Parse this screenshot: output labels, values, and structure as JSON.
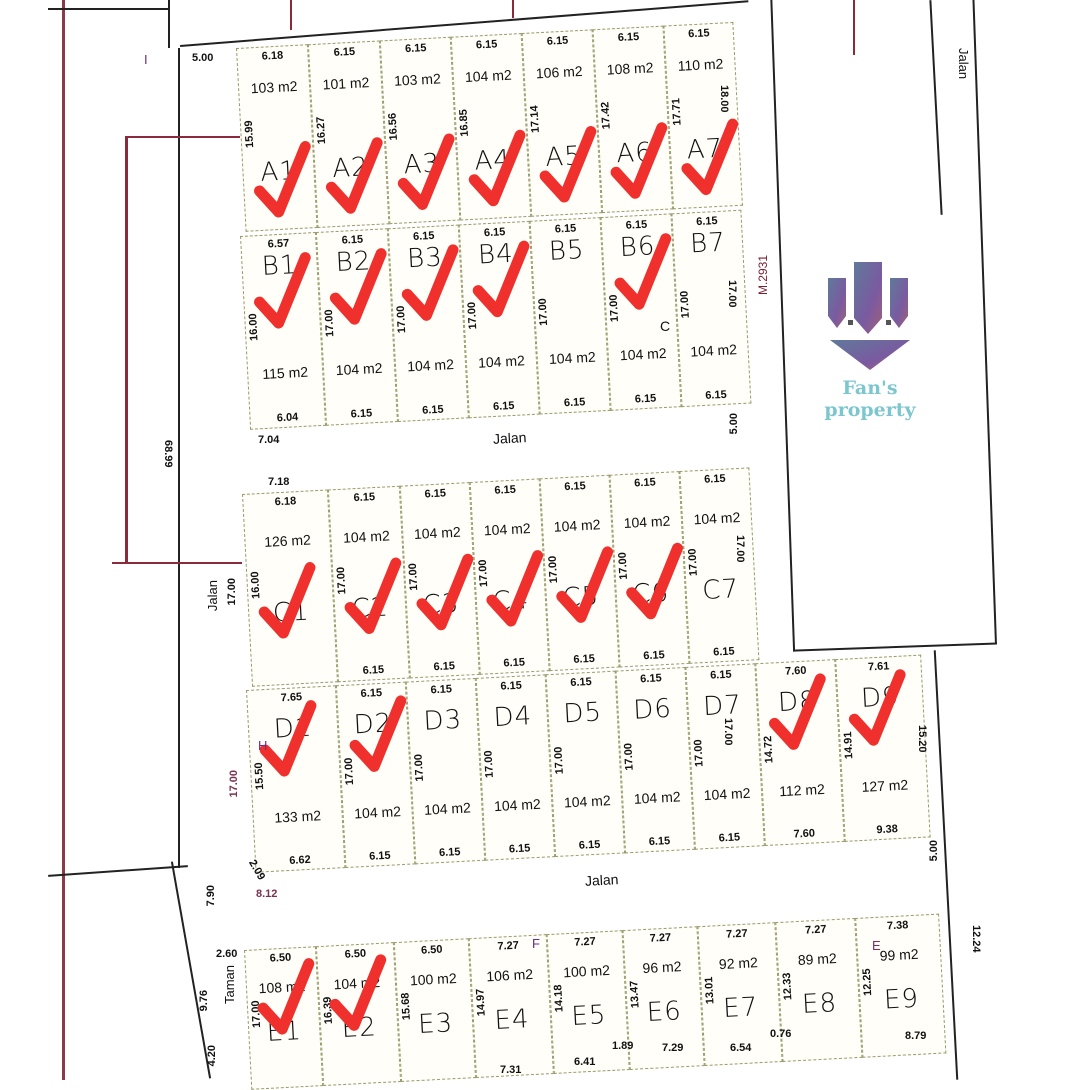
{
  "roads": {
    "jalan_1": "Jalan",
    "jalan_2": "Jalan",
    "jalan_left": "Jalan",
    "jalan_right": "Jalan",
    "taman": "Taman"
  },
  "parcel_id": "M.2931",
  "dimensions": {
    "left_total": "68.99",
    "road_width_a": "5.00",
    "road_width_b": "5.00",
    "road_width_c": "5.00",
    "a_corner": "7.04",
    "c_corner": "7.18",
    "c_left": "17.00",
    "d_left": "17.00",
    "d_corner": "2.09",
    "d_bottom": "8.12",
    "e_road": "7.90",
    "taman_top": "2.60",
    "taman_side": "9.76",
    "taman_low": "4.20",
    "e_right": "12.24",
    "e9_bottom": "8.79",
    "e5_bottom": "6.41",
    "e5_mid": "1.89",
    "e4_bottom": "7.31",
    "e6_bottom": "7.29",
    "e7_bottom": "6.54",
    "e7_mid": "0.76"
  },
  "markers": {
    "c": "C",
    "h": "H",
    "f": "F",
    "e": "E",
    "i": "I"
  },
  "logo": {
    "text": "Fan's property",
    "colors": [
      "#5f7a9a",
      "#7a5aa0",
      "#a0607a"
    ],
    "text_color": "#7cc6cf"
  },
  "check_color": "#f0302c",
  "blocks": [
    {
      "id": "A",
      "lots": [
        {
          "label": "A1",
          "area": "103 m2",
          "top": "6.18",
          "bottom": "",
          "depth": "15.99",
          "checked": true
        },
        {
          "label": "A2",
          "area": "101 m2",
          "top": "6.15",
          "bottom": "",
          "depth": "16.27",
          "checked": true
        },
        {
          "label": "A3",
          "area": "103 m2",
          "top": "6.15",
          "bottom": "",
          "depth": "16.56",
          "checked": true
        },
        {
          "label": "A4",
          "area": "104 m2",
          "top": "6.15",
          "bottom": "",
          "depth": "16.85",
          "checked": true
        },
        {
          "label": "A5",
          "area": "106 m2",
          "top": "6.15",
          "bottom": "",
          "depth": "17.14",
          "checked": true
        },
        {
          "label": "A6",
          "area": "108 m2",
          "top": "6.15",
          "bottom": "",
          "depth": "17.42",
          "checked": true
        },
        {
          "label": "A7",
          "area": "110 m2",
          "top": "6.15",
          "bottom": "",
          "depth": "17.71",
          "checked": true
        }
      ]
    },
    {
      "id": "B",
      "lots": [
        {
          "label": "B1",
          "area": "115 m2",
          "top": "6.57",
          "bottom": "6.04",
          "depth": "16.00",
          "checked": true
        },
        {
          "label": "B2",
          "area": "104 m2",
          "top": "6.15",
          "bottom": "6.15",
          "depth": "17.00",
          "checked": true
        },
        {
          "label": "B3",
          "area": "104 m2",
          "top": "6.15",
          "bottom": "6.15",
          "depth": "17.00",
          "checked": true
        },
        {
          "label": "B4",
          "area": "104 m2",
          "top": "6.15",
          "bottom": "6.15",
          "depth": "17.00",
          "checked": true
        },
        {
          "label": "B5",
          "area": "104 m2",
          "top": "6.15",
          "bottom": "6.15",
          "depth": "17.00",
          "checked": false
        },
        {
          "label": "B6",
          "area": "104 m2",
          "top": "6.15",
          "bottom": "6.15",
          "depth": "17.00",
          "checked": true
        },
        {
          "label": "B7",
          "area": "104 m2",
          "top": "6.15",
          "bottom": "6.15",
          "depth": "17.00",
          "checked": false
        }
      ]
    },
    {
      "id": "C",
      "lots": [
        {
          "label": "C1",
          "area": "126 m2",
          "top": "6.18",
          "bottom": "",
          "depth": "16.00",
          "checked": true
        },
        {
          "label": "C2",
          "area": "104 m2",
          "top": "6.15",
          "bottom": "6.15",
          "depth": "17.00",
          "checked": true
        },
        {
          "label": "C3",
          "area": "104 m2",
          "top": "6.15",
          "bottom": "6.15",
          "depth": "17.00",
          "checked": true
        },
        {
          "label": "C4",
          "area": "104 m2",
          "top": "6.15",
          "bottom": "6.15",
          "depth": "17.00",
          "checked": true
        },
        {
          "label": "C5",
          "area": "104 m2",
          "top": "6.15",
          "bottom": "6.15",
          "depth": "17.00",
          "checked": true
        },
        {
          "label": "C6",
          "area": "104 m2",
          "top": "6.15",
          "bottom": "6.15",
          "depth": "17.00",
          "checked": true
        },
        {
          "label": "C7",
          "area": "104 m2",
          "top": "6.15",
          "bottom": "6.15",
          "depth": "17.00",
          "checked": false
        }
      ]
    },
    {
      "id": "D",
      "lots": [
        {
          "label": "D1",
          "area": "133 m2",
          "top": "7.65",
          "bottom": "6.62",
          "depth": "15.50",
          "checked": true
        },
        {
          "label": "D2",
          "area": "104 m2",
          "top": "6.15",
          "bottom": "6.15",
          "depth": "17.00",
          "checked": true
        },
        {
          "label": "D3",
          "area": "104 m2",
          "top": "6.15",
          "bottom": "6.15",
          "depth": "17.00",
          "checked": false
        },
        {
          "label": "D4",
          "area": "104 m2",
          "top": "6.15",
          "bottom": "6.15",
          "depth": "17.00",
          "checked": false
        },
        {
          "label": "D5",
          "area": "104 m2",
          "top": "6.15",
          "bottom": "6.15",
          "depth": "17.00",
          "checked": false
        },
        {
          "label": "D6",
          "area": "104 m2",
          "top": "6.15",
          "bottom": "6.15",
          "depth": "17.00",
          "checked": false
        },
        {
          "label": "D7",
          "area": "104 m2",
          "top": "6.15",
          "bottom": "6.15",
          "depth": "17.00",
          "checked": false
        },
        {
          "label": "D8",
          "area": "112 m2",
          "top": "7.60",
          "bottom": "7.60",
          "depth": "14.72",
          "checked": true
        },
        {
          "label": "D9",
          "area": "127 m2",
          "top": "7.61",
          "bottom": "9.38",
          "depth": "14.91",
          "checked": true
        }
      ]
    },
    {
      "id": "E",
      "lots": [
        {
          "label": "E1",
          "area": "108 m2",
          "top": "6.50",
          "bottom": "",
          "depth": "17.00",
          "checked": true
        },
        {
          "label": "E2",
          "area": "104 m2",
          "top": "6.50",
          "bottom": "",
          "depth": "16.39",
          "checked": true
        },
        {
          "label": "E3",
          "area": "100 m2",
          "top": "6.50",
          "bottom": "",
          "depth": "15.68",
          "checked": false
        },
        {
          "label": "E4",
          "area": "106 m2",
          "top": "7.27",
          "bottom": "",
          "depth": "14.97",
          "checked": false
        },
        {
          "label": "E5",
          "area": "100 m2",
          "top": "7.27",
          "bottom": "",
          "depth": "14.18",
          "checked": false
        },
        {
          "label": "E6",
          "area": "96 m2",
          "top": "7.27",
          "bottom": "",
          "depth": "13.47",
          "checked": false
        },
        {
          "label": "E7",
          "area": "92 m2",
          "top": "7.27",
          "bottom": "",
          "depth": "13.01",
          "checked": false
        },
        {
          "label": "E8",
          "area": "89 m2",
          "top": "7.27",
          "bottom": "",
          "depth": "12.33",
          "checked": false
        },
        {
          "label": "E9",
          "area": "99 m2",
          "top": "7.38",
          "bottom": "",
          "depth": "12.25",
          "checked": false
        }
      ]
    }
  ],
  "extra_depths": {
    "a_right": "18.00",
    "b_right": "17.00",
    "c_right": "17.00",
    "d_right": "17.00",
    "d9_right": "15.20"
  }
}
